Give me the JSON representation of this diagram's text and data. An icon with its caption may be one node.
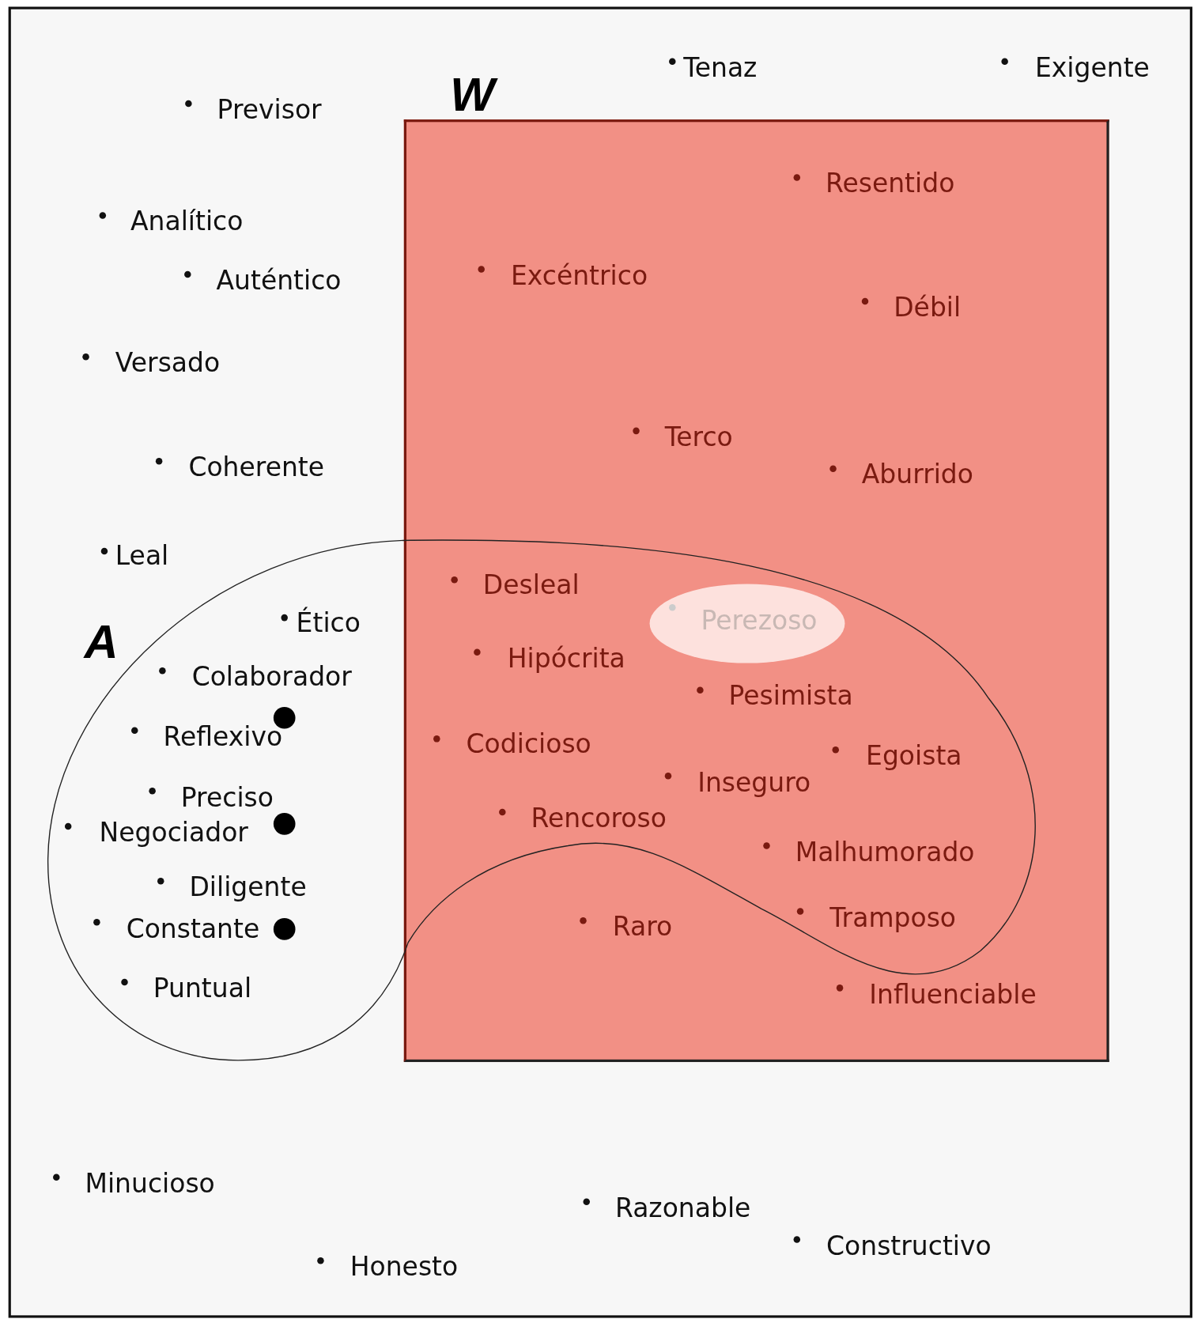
{
  "diagram": {
    "nodes": [
      {
        "text": [
          "W"
        ]
      },
      {
        "text": [
          "A"
        ]
      },
      {
        "text": [
          "Perezoso"
        ]
      }
    ],
    "labels": [
      "Tenaz",
      "Exigente",
      "Previsor",
      "Resentido",
      "Analítico",
      "Excéntrico",
      "Auténtico",
      "Débil",
      "Versado",
      "Terco",
      "Coherente",
      "Aburrido",
      "Leal",
      "Desleal",
      "Ético",
      "Hipócrita",
      "Colaborador",
      "Pesimista",
      "Reflexivo",
      "Codicioso",
      "Egoista",
      "Inseguro",
      "Preciso",
      "Rencoroso",
      "Negociador",
      "Malhumorado",
      "Diligente",
      "Tramposo",
      "Raro",
      "Constante",
      "Puntual",
      "Influenciable",
      "Minucioso",
      "Razonable",
      "Constructivo",
      "Honesto"
    ]
  }
}
